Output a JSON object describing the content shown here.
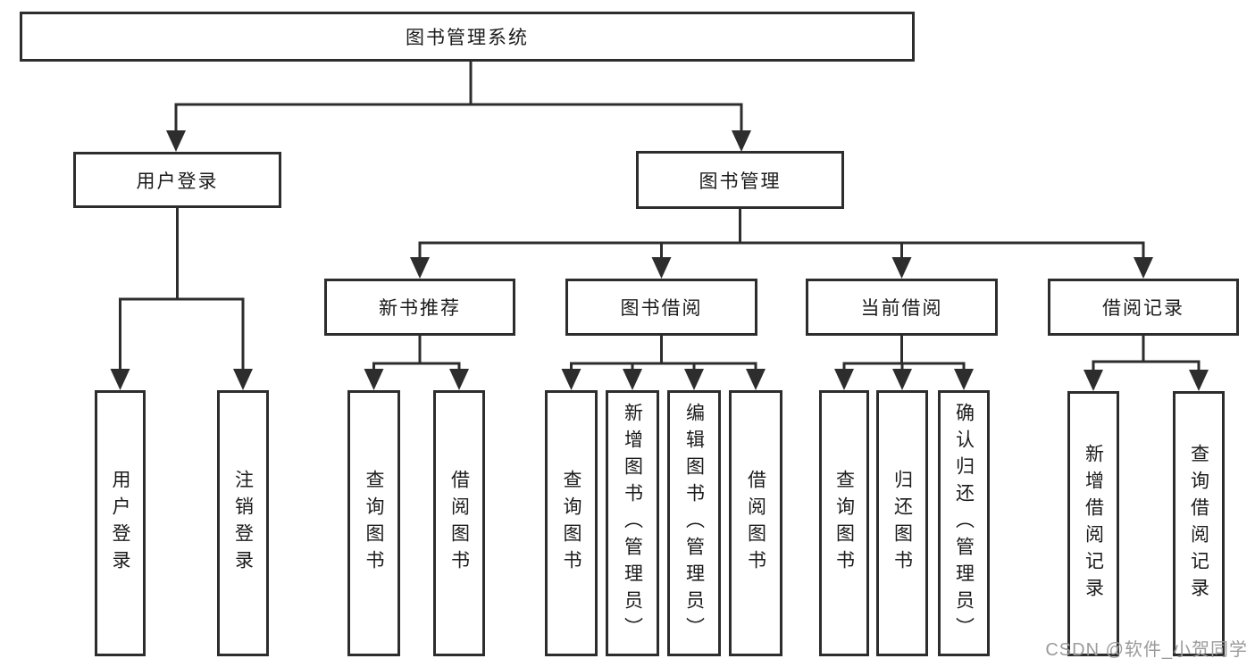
{
  "diagram": {
    "type": "hierarchy-tree",
    "colors": {
      "line": "#2d2d2d",
      "box_border": "#2d2d2d",
      "box_fill": "#ffffff",
      "text": "#1b1b1b",
      "watermark": "#9b9b9b",
      "background": "#ffffff"
    },
    "nodes": {
      "root": {
        "label": "图书管理系统"
      },
      "user_login": {
        "label": "用户登录"
      },
      "book_mgmt": {
        "label": "图书管理"
      },
      "new_book_rec": {
        "label": "新书推荐"
      },
      "book_borrow": {
        "label": "图书借阅"
      },
      "current_borrow": {
        "label": "当前借阅"
      },
      "borrow_record": {
        "label": "借阅记录"
      },
      "leaf_user_login": {
        "label": "用户登录"
      },
      "leaf_logout": {
        "label": "注销登录"
      },
      "leaf_query_book_1": {
        "label": "查询图书"
      },
      "leaf_borrow_book_1": {
        "label": "借阅图书"
      },
      "leaf_query_book_2": {
        "label": "查询图书"
      },
      "leaf_add_book": {
        "label": "新增图书（管理员）"
      },
      "leaf_edit_book": {
        "label": "编辑图书（管理员）"
      },
      "leaf_borrow_book_2": {
        "label": "借阅图书"
      },
      "leaf_query_book_3": {
        "label": "查询图书"
      },
      "leaf_return_book": {
        "label": "归还图书"
      },
      "leaf_confirm_return": {
        "label": "确认归还（管理员）"
      },
      "leaf_add_record": {
        "label": "新增借阅记录"
      },
      "leaf_query_record": {
        "label": "查询借阅记录"
      }
    },
    "edges": [
      [
        "root",
        "user_login"
      ],
      [
        "root",
        "book_mgmt"
      ],
      [
        "user_login",
        "leaf_user_login"
      ],
      [
        "user_login",
        "leaf_logout"
      ],
      [
        "book_mgmt",
        "new_book_rec"
      ],
      [
        "book_mgmt",
        "book_borrow"
      ],
      [
        "book_mgmt",
        "current_borrow"
      ],
      [
        "book_mgmt",
        "borrow_record"
      ],
      [
        "new_book_rec",
        "leaf_query_book_1"
      ],
      [
        "new_book_rec",
        "leaf_borrow_book_1"
      ],
      [
        "book_borrow",
        "leaf_query_book_2"
      ],
      [
        "book_borrow",
        "leaf_add_book"
      ],
      [
        "book_borrow",
        "leaf_edit_book"
      ],
      [
        "book_borrow",
        "leaf_borrow_book_2"
      ],
      [
        "current_borrow",
        "leaf_query_book_3"
      ],
      [
        "current_borrow",
        "leaf_return_book"
      ],
      [
        "current_borrow",
        "leaf_confirm_return"
      ],
      [
        "borrow_record",
        "leaf_add_record"
      ],
      [
        "borrow_record",
        "leaf_query_record"
      ]
    ]
  },
  "watermark": {
    "text": "CSDN @软件_小贺同学"
  }
}
